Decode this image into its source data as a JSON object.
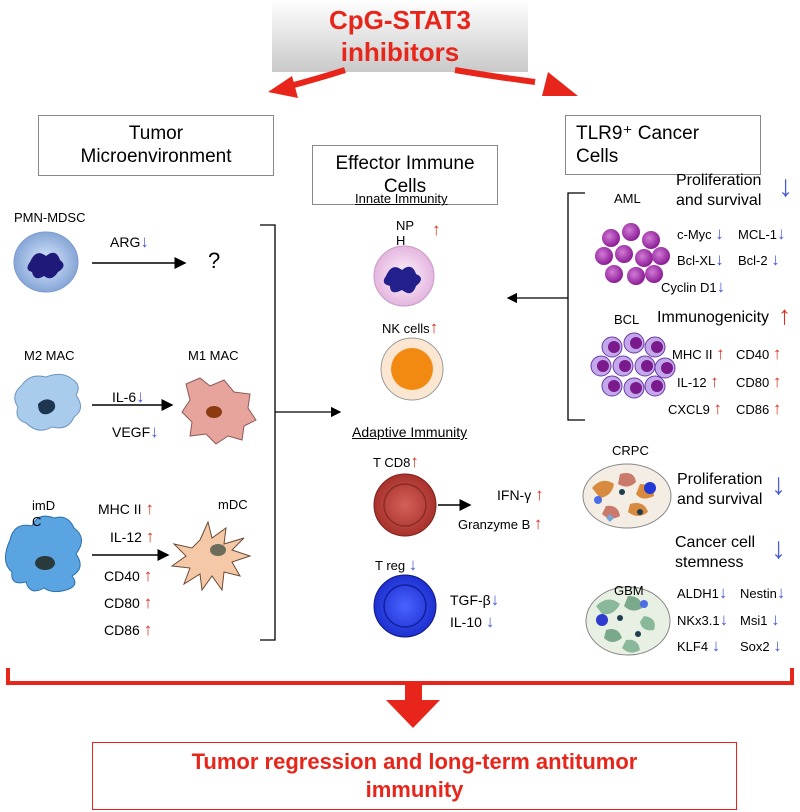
{
  "header": {
    "line1": "CpG-STAT3",
    "line2": "inhibitors"
  },
  "sections": {
    "tumor_env": {
      "line1": "Tumor",
      "line2": "Microenvironment"
    },
    "effector": {
      "line1": "Effector Immune",
      "line2": "Cells"
    },
    "tlr9": {
      "line1": "TLR9⁺ Cancer",
      "line2": "Cells"
    }
  },
  "tumor_env": {
    "pmn_mdsc": "PMN-MDSC",
    "arg": "ARG",
    "question": "?",
    "m2_mac": "M2 MAC",
    "m1_mac": "M1 MAC",
    "il6": "IL-6",
    "vegf": "VEGF",
    "imdc": "imD\nC",
    "mdc": "mDC",
    "mhc_ii": "MHC II",
    "il12": "IL-12",
    "cd40": "CD40",
    "cd80": "CD80",
    "cd86": "CD86"
  },
  "effector": {
    "innate": "Innate Immunity",
    "nph": "NP\nH",
    "nk_cells": "NK cells",
    "adaptive": "Adaptive Immunity",
    "t_cd8": "T CD8",
    "ifn": "IFN-γ",
    "granzyme": "Granzyme B",
    "t_reg": "T reg",
    "tgf": "TGF-β",
    "il10": "IL-10"
  },
  "cancer": {
    "aml": "AML",
    "prolif1": "Proliferation",
    "survival1": "and survival",
    "cmyc": "c-Myc",
    "mcl1": "MCL-1",
    "bclxl": "Bcl-XL",
    "bcl2": "Bcl-2",
    "cyclin": "Cyclin D1",
    "bcl": "BCL",
    "immuno": "Immunogenicity",
    "mhc_ii": "MHC II",
    "cd40": "CD40",
    "il12": "IL-12",
    "cd80": "CD80",
    "cxcl9": "CXCL9",
    "cd86": "CD86",
    "crpc": "CRPC",
    "prolif2": "Proliferation",
    "survival2": "and survival",
    "stem1": "Cancer cell",
    "stem2": "stemness",
    "gbm": "GBM",
    "aldh1": "ALDH1",
    "nestin": "Nestin",
    "nkx": "NKx3.1",
    "msi1": "Msi1",
    "klf4": "KLF4",
    "sox2": "Sox2"
  },
  "footer": {
    "line1": "Tumor regression and long-term antitumor",
    "line2": "immunity"
  },
  "colors": {
    "accent_red": "#e8251b",
    "up_arrow": "#d9321f",
    "down_arrow": "#4a5bd8"
  }
}
